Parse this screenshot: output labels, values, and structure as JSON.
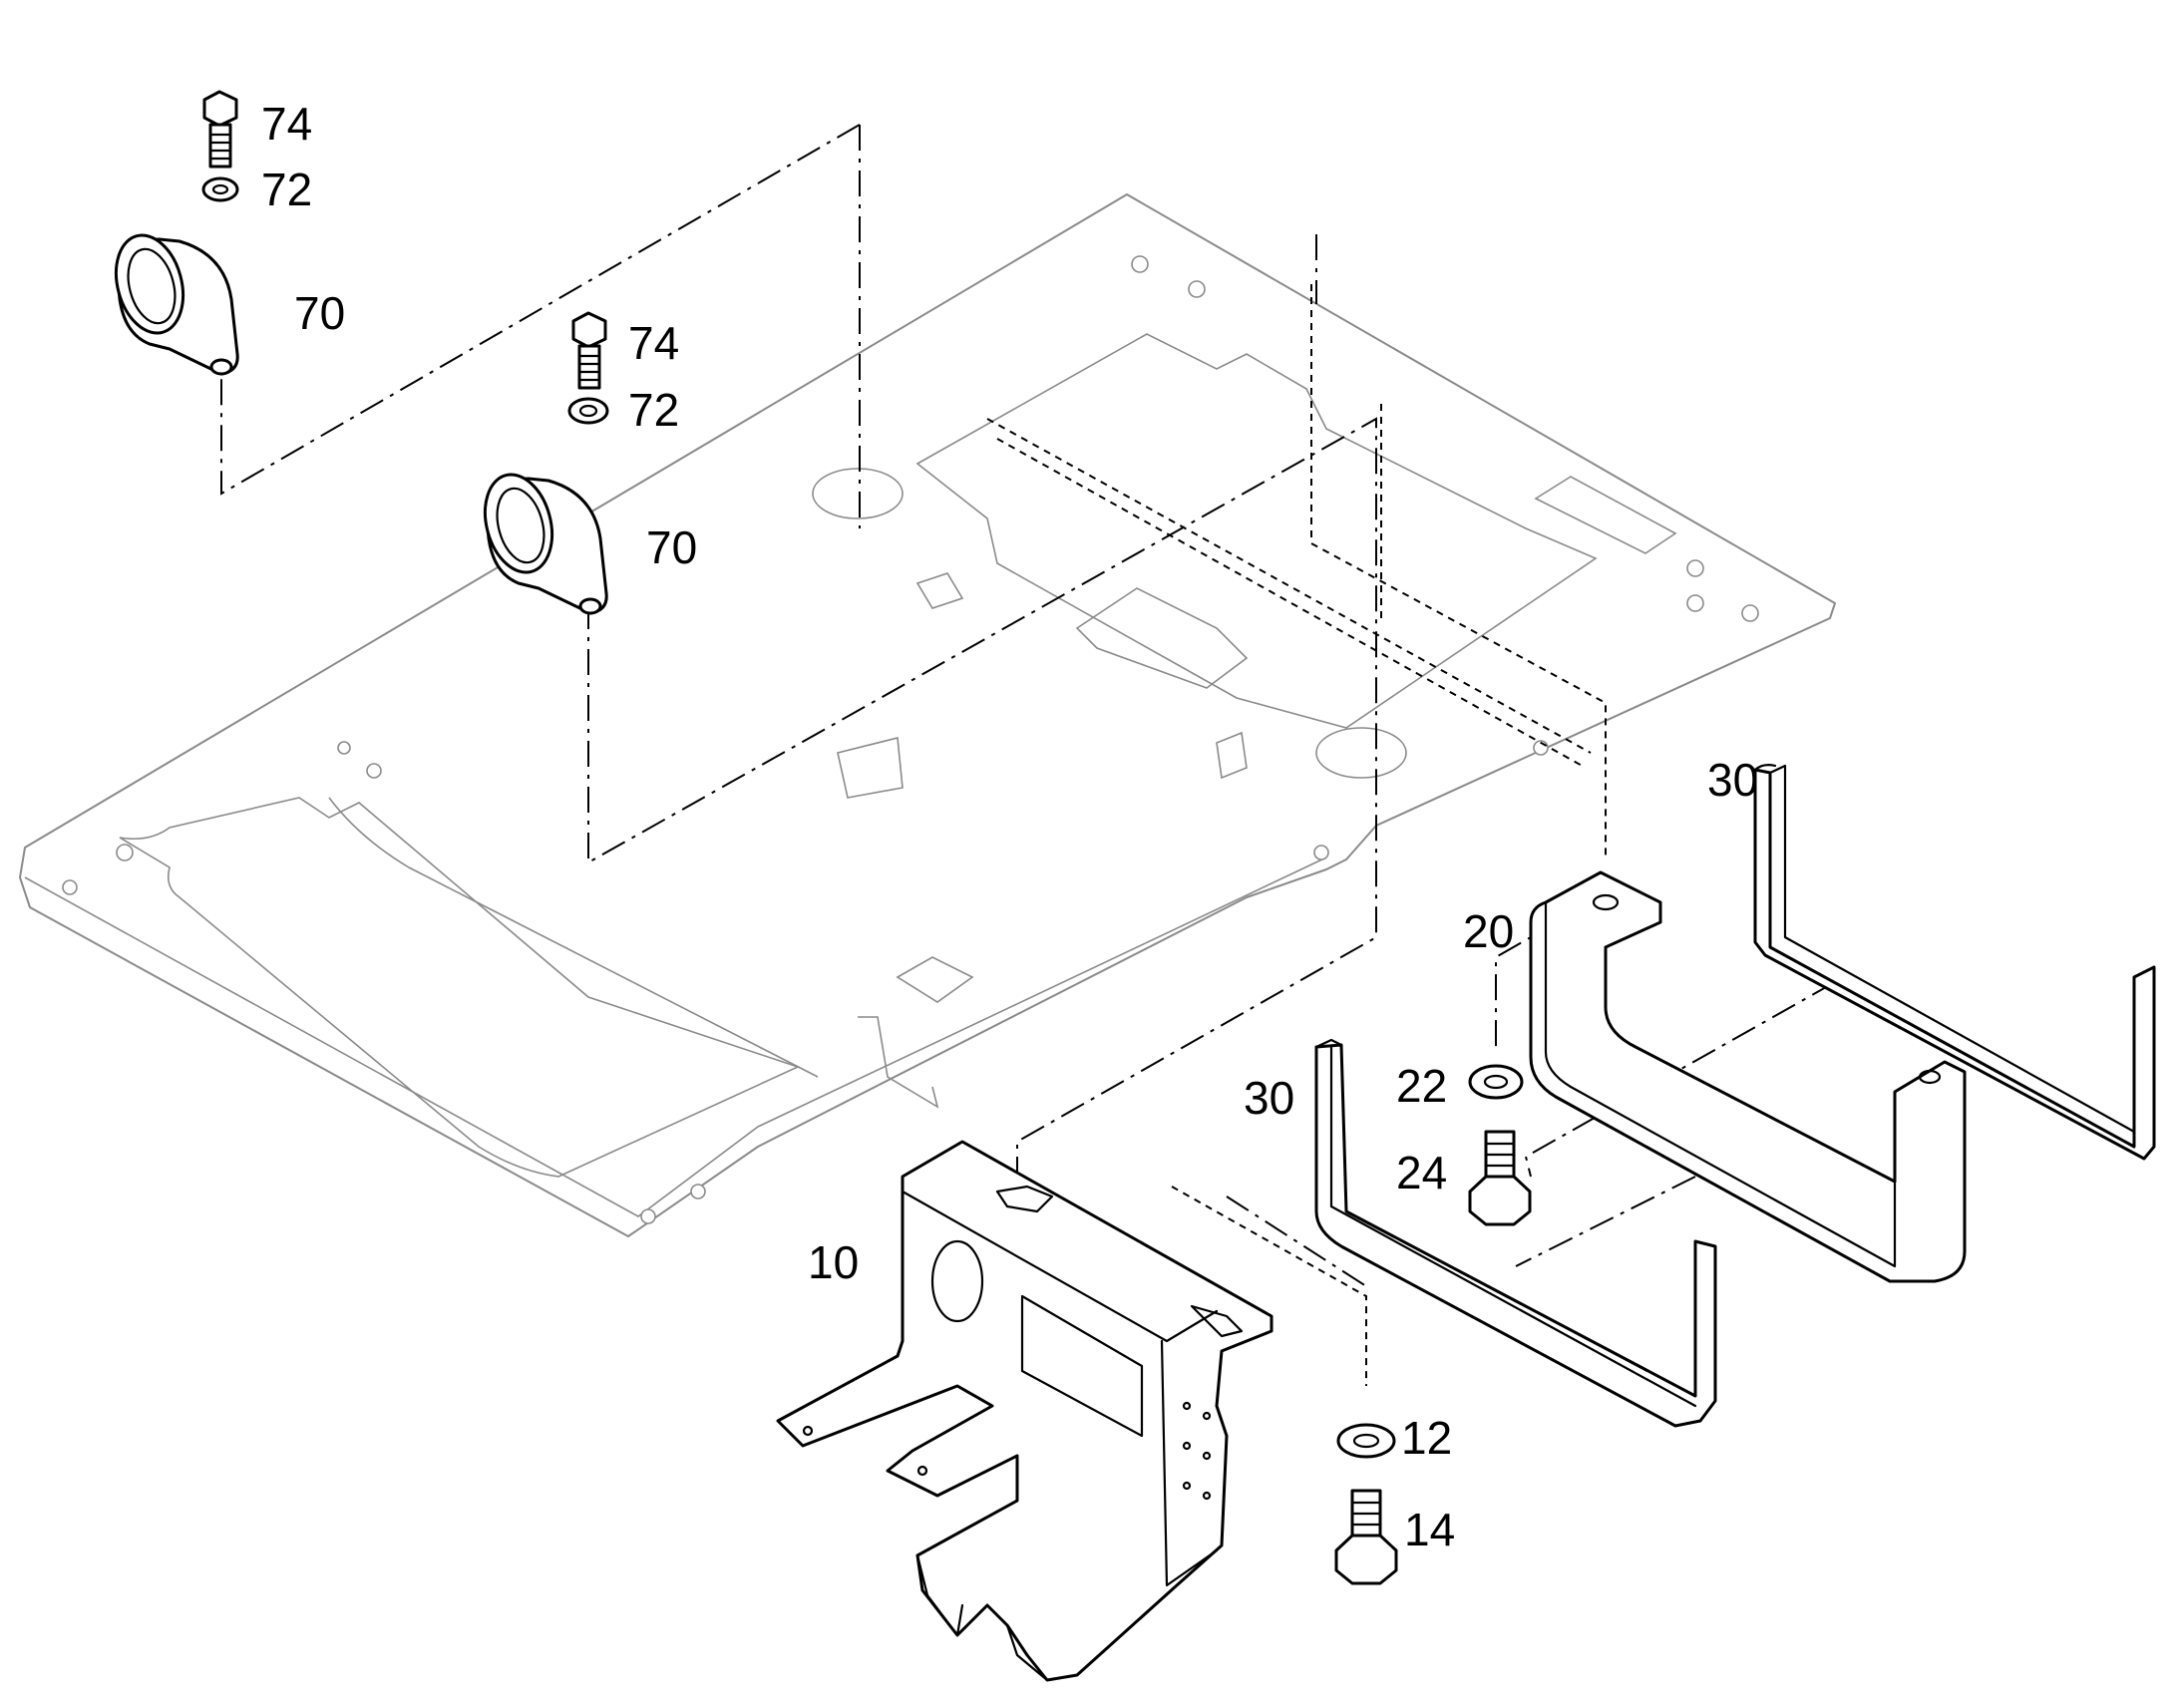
{
  "diagram": {
    "callouts": {
      "p74a": "74",
      "p72a": "72",
      "p70a": "70",
      "p74b": "74",
      "p72b": "72",
      "p70b": "70",
      "p30a": "30",
      "p20": "20",
      "p22": "22",
      "p24": "24",
      "p30b": "30",
      "p10": "10",
      "p12": "12",
      "p14": "14"
    }
  }
}
